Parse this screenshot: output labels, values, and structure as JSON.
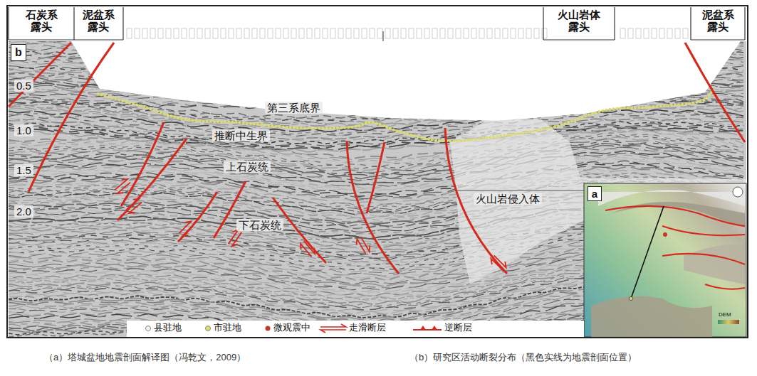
{
  "diagram": {
    "nodes": [
      {
        "text": [
          "b"
        ]
      },
      {
        "text": [
          "a"
        ]
      }
    ],
    "labels": [
      "石炭系露头",
      "泥盆系露头",
      "火山岩体露头",
      "泥盆系露头",
      "0.5",
      "1.0",
      "1.5",
      "2.0",
      "第三系底界",
      "推断中生界",
      "上石炭统",
      "下石炭统",
      "火山岩侵入体",
      "DEM",
      "（a）塔城盆地地震剖面解译图（冯乾文，2009）",
      "（b）研究区活动断裂分布（黑色实线为地震剖面位置）"
    ],
    "legend": [
      {
        "text": "县驻地"
      },
      {
        "text": "市驻地"
      },
      {
        "text": "微观震中"
      },
      {
        "text": "走滑断层"
      },
      {
        "text": "逆断层"
      }
    ]
  }
}
